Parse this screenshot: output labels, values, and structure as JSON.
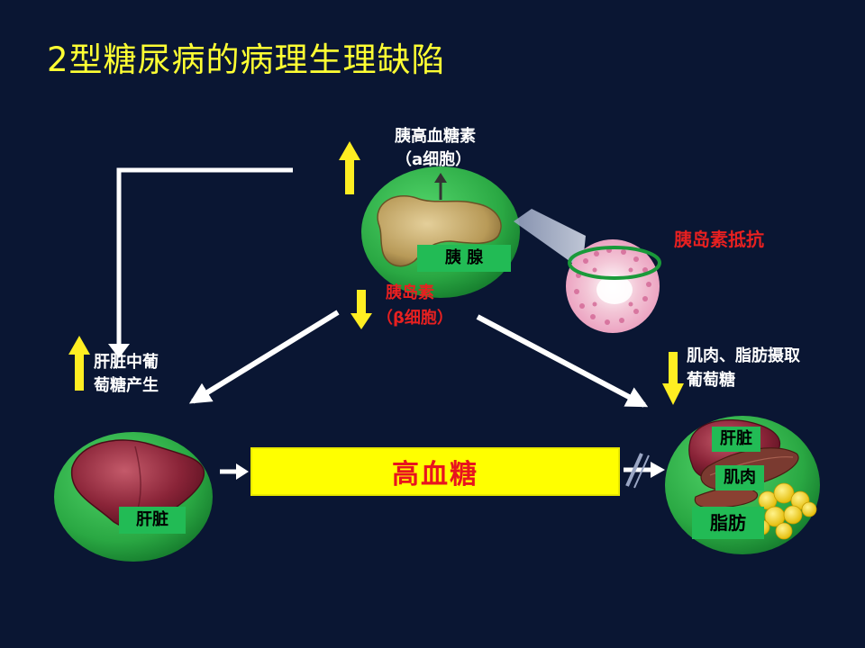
{
  "title": "2型糖尿病的病理生理缺陷",
  "labels": {
    "glucagon": "胰高血糖素",
    "alpha_cell": "（a细胞）",
    "pancreas": "胰 腺",
    "insulin": "胰岛素",
    "beta_cell": "（β细胞）",
    "insulin_resistance": "胰岛素抵抗",
    "liver_production_line1": "肝脏中葡",
    "liver_production_line2": "萄糖产生",
    "muscle_fat_uptake_line1": "肌肉、脂肪摄取",
    "muscle_fat_uptake_line2": "葡萄糖",
    "liver": "肝脏",
    "hyperglycemia": "高血糖",
    "target_liver": "肝脏",
    "target_muscle": "肌肉",
    "target_fat": "脂肪"
  },
  "colors": {
    "background": "#0a1633",
    "title": "#ffff33",
    "up_arrow": "#ffee22",
    "down_arrow": "#ffee22",
    "organ_circle": "#2eb84a",
    "label_box": "#22bb55",
    "hyperglycemia_bar": "#ffff00",
    "hyperglycemia_text": "#e8141e",
    "red_text": "#e82020"
  },
  "icons": {
    "up": "arrow-up-icon",
    "down": "arrow-down-icon"
  }
}
